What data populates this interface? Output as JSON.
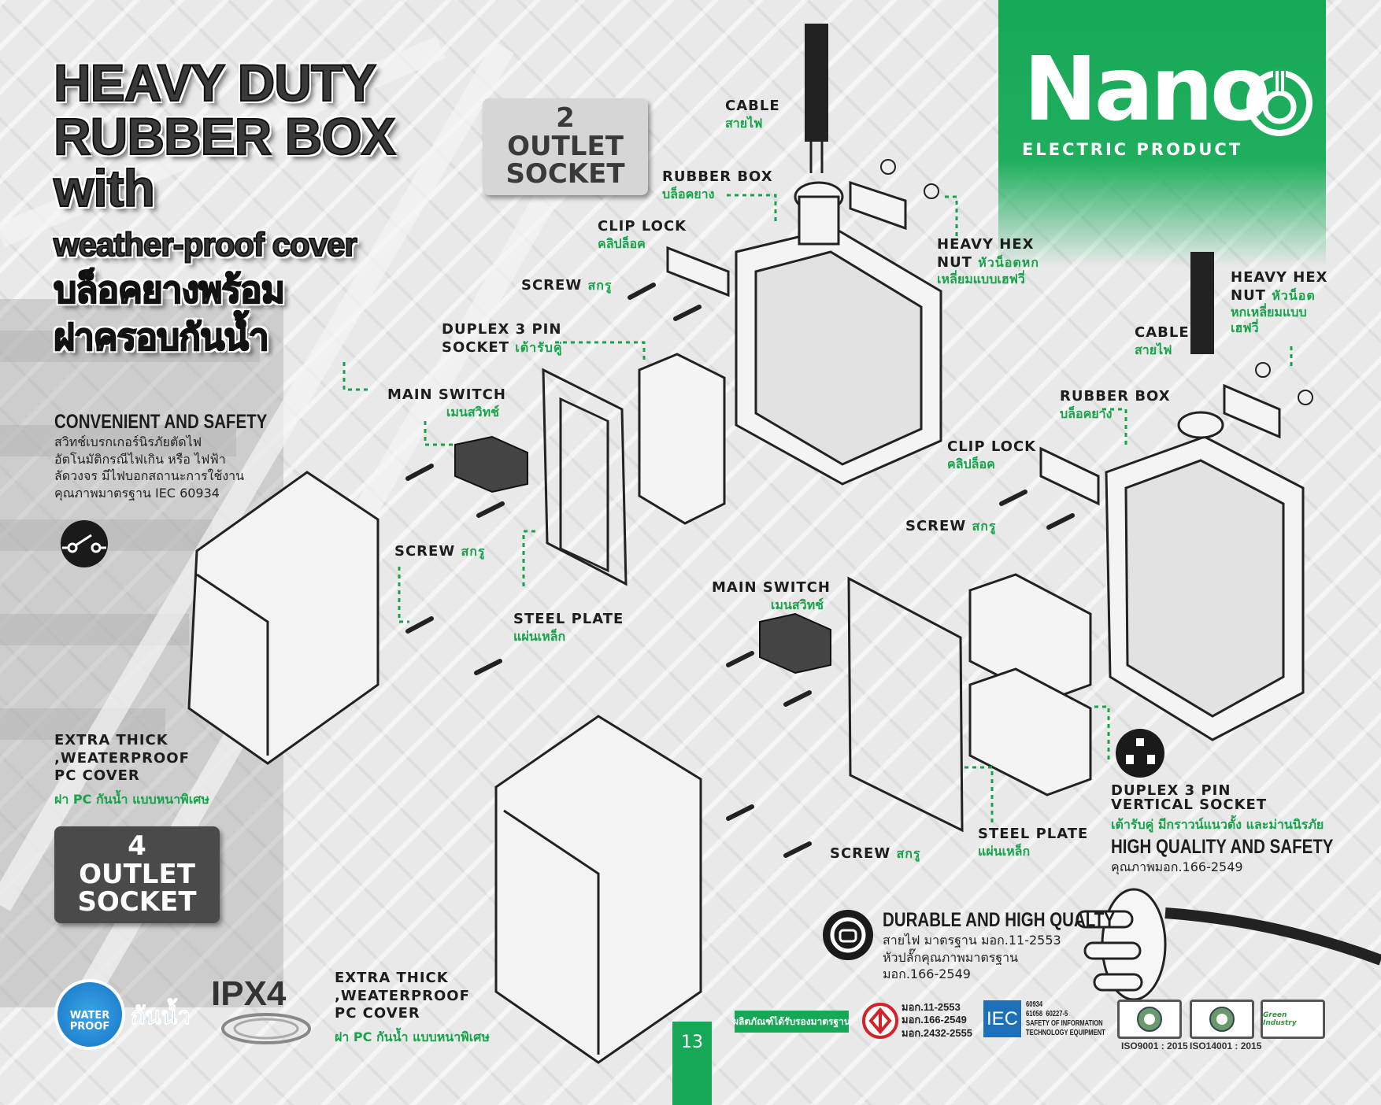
{
  "title": {
    "line1": "HEAVY DUTY",
    "line2": "RUBBER BOX",
    "line3": "with",
    "line4": "weather-proof cover",
    "line5": "บล็อคยางพร้อม",
    "line6": "ฝาครอบกันน้ำ"
  },
  "brand": {
    "name": "Nano",
    "tagline": "ELECTRIC PRODUCT",
    "color": "#17a857"
  },
  "badges": {
    "two_outlet": [
      "2 OUTLET",
      "SOCKET"
    ],
    "four_outlet": [
      "4 OUTLET",
      "SOCKET"
    ]
  },
  "labels": {
    "cable_top": {
      "en": "CABLE",
      "th": "สายไฟ"
    },
    "rubber_box_top": {
      "en": "RUBBER BOX",
      "th": "บล็อคยาง"
    },
    "clip_lock_top": {
      "en": "CLIP LOCK",
      "th": "คลิปล็อค"
    },
    "hex_nut_top": {
      "en1": "HEAVY HEX",
      "en2": "NUT",
      "th1": "หัวน็อตหก",
      "th2": "เหลี่ยมแบบเฮฟวี่"
    },
    "screw_top": {
      "en": "SCREW",
      "th": "สกรู"
    },
    "duplex_top": {
      "en1": "DUPLEX 3 PIN",
      "en2": "SOCKET",
      "th": "เต้ารับคู่"
    },
    "main_switch_left": {
      "en": "MAIN SWITCH",
      "th": "เมนสวิทช์"
    },
    "screw_left": {
      "en": "SCREW",
      "th": "สกรู"
    },
    "steel_plate_left": {
      "en": "STEEL PLATE",
      "th": "แผ่นเหล็ก"
    },
    "cable_right": {
      "en": "CABLE",
      "th": "สายไฟ"
    },
    "hex_nut_right": {
      "en1": "HEAVY HEX",
      "en2": "NUT",
      "th1": "หัวน็อต",
      "th2": "หกเหลี่ยมแบบ",
      "th3": "เฮฟวี่"
    },
    "rubber_box_right": {
      "en": "RUBBER BOX",
      "th": "บล็อคยาง"
    },
    "clip_lock_right": {
      "en": "CLIP LOCK",
      "th": "คลิปล็อค"
    },
    "screw_right": {
      "en": "SCREW",
      "th": "สกรู"
    },
    "main_switch_right": {
      "en": "MAIN SWITCH",
      "th": "เมนสวิทช์"
    },
    "steel_plate_right": {
      "en": "STEEL PLATE",
      "th": "แผ่นเหล็ก"
    },
    "screw_bottom": {
      "en": "SCREW",
      "th": "สกรู"
    },
    "cover_left": {
      "en1": "EXTRA THICK",
      ",en2": "",
      "en2b": ",WEATERPROOF",
      "en3": "PC COVER",
      "th": "ฝา PC กันน้ำ แบบหนาพิเศษ"
    },
    "cover_bottom": {
      "en1": "EXTRA THICK",
      "en2": ",WEATERPROOF",
      "en3": "PC COVER",
      "th": "ฝา PC กันน้ำ แบบหนาพิเศษ"
    },
    "vertical_socket": {
      "en1": "DUPLEX 3 PIN",
      "en2": "VERTICAL SOCKET",
      "th": "เต้ารับคู่ มีกราวน์แนวตั้ง และม่านนิรภัย"
    }
  },
  "features": {
    "convenient": {
      "title": "CONVENIENT AND SAFETY",
      "lines": [
        "สวิทช์เบรกเกอร์นิรภัยตัดไฟ",
        "อัตโนมัติกรณีไฟเกิน หรือ ไฟฟ้า",
        "ลัดวงจร มีไฟบอกสถานะการใช้งาน",
        "คุณภาพมาตรฐาน IEC 60934"
      ]
    },
    "high_quality": {
      "title": "HIGH QUALITY AND SAFETY",
      "line": "คุณภาพมอก.166-2549"
    },
    "durable": {
      "title": "DURABLE AND HIGH QUALTY",
      "lines": [
        "สายไฟ มาตรฐาน มอก.11-2553",
        "หัวปลั๊กคุณภาพมาตรฐาน",
        "มอก.166-2549"
      ]
    }
  },
  "waterproof": {
    "badge1": "WATER",
    "badge2": "PROOF",
    "thai": "กันน้ำ",
    "ipx": "IPX4"
  },
  "page_number": "13",
  "certs": {
    "certified_label": "ผลิตภัณฑ์ได้รับรองมาตรฐาน",
    "tis": [
      "มอก.11-2553",
      "มอก.166-2549",
      "มอก.2432-2555"
    ],
    "iec_logo": "IEC",
    "iec": [
      "60934",
      "61058  60227-5",
      "SAFETY OF INFORMATION",
      "TECHNOLOGY EQUIPMENT"
    ],
    "iso1": "ISO9001 : 2015",
    "iso2": "ISO14001 : 2015",
    "green": "Green Industry"
  }
}
